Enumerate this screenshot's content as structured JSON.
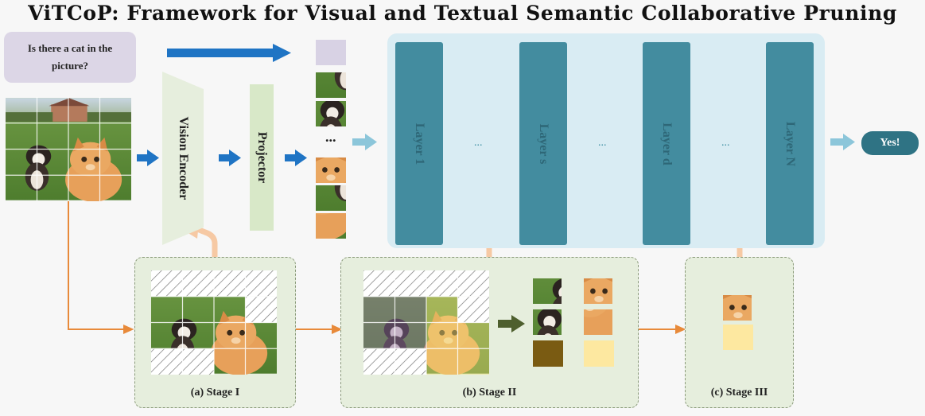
{
  "title": "ViTCoP: Framework for Visual and Textual Semantic Collaborative Pruning",
  "question": "Is there a cat in the picture?",
  "vision_encoder": "Vision Encoder",
  "projector": "Projector",
  "ellipsis": "...",
  "layers": [
    "Layer 1",
    "Layer s",
    "Layer d",
    "Layer N"
  ],
  "layer_gap_dots": "...",
  "answer": "Yes!",
  "stages": [
    "(a) Stage I",
    "(b) Stage II",
    "(c) Stage III"
  ],
  "colors": {
    "blue_arrow": "#1f74c4",
    "orange_line": "#e88a3a",
    "layer": "#438c9f",
    "panel": "#d9ecf3",
    "stage_bg": "#e6eedd",
    "question_bg": "#dcd6e6",
    "encoder": "#e6eedd",
    "projector": "#d8e8c8",
    "answer": "#2f7384"
  }
}
